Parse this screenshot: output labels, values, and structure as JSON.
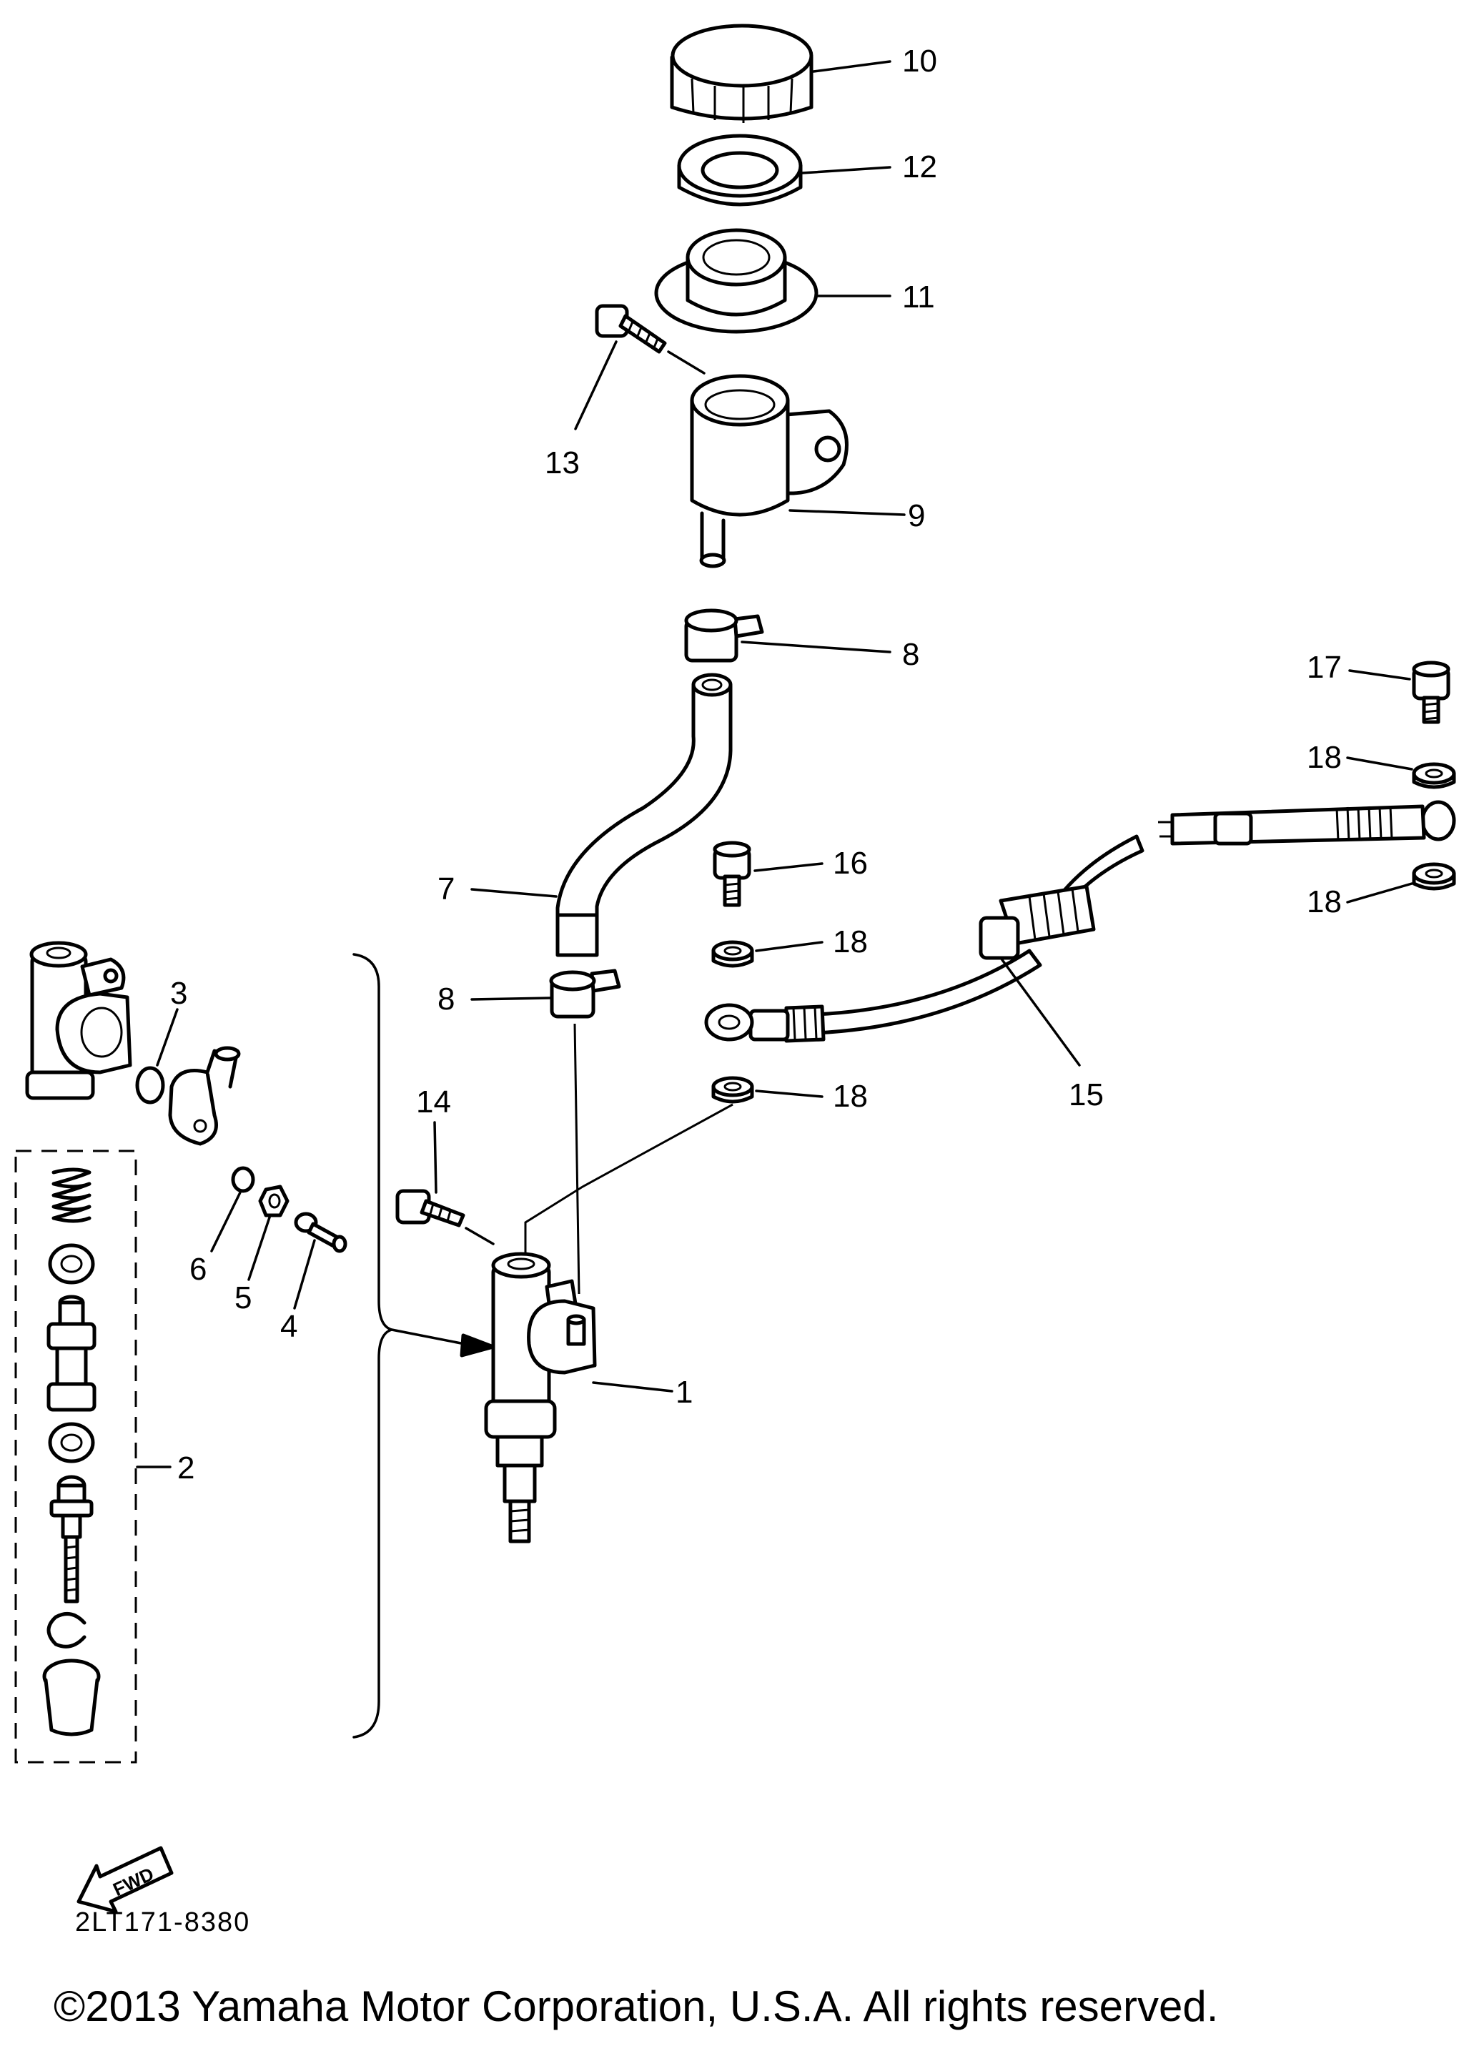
{
  "callouts": {
    "c1": "1",
    "c2": "2",
    "c3": "3",
    "c4": "4",
    "c5": "5",
    "c6": "6",
    "c7": "7",
    "c8a": "8",
    "c8b": "8",
    "c9": "9",
    "c10": "10",
    "c11": "11",
    "c12": "12",
    "c13": "13",
    "c14": "14",
    "c15": "15",
    "c16": "16",
    "c17": "17",
    "c18a": "18",
    "c18b": "18",
    "c18c": "18",
    "c18d": "18"
  },
  "fwd_label": "FWD",
  "diagram_code": "2LT171-8380",
  "copyright": "©2013 Yamaha Motor Corporation, U.S.A. All rights reserved."
}
